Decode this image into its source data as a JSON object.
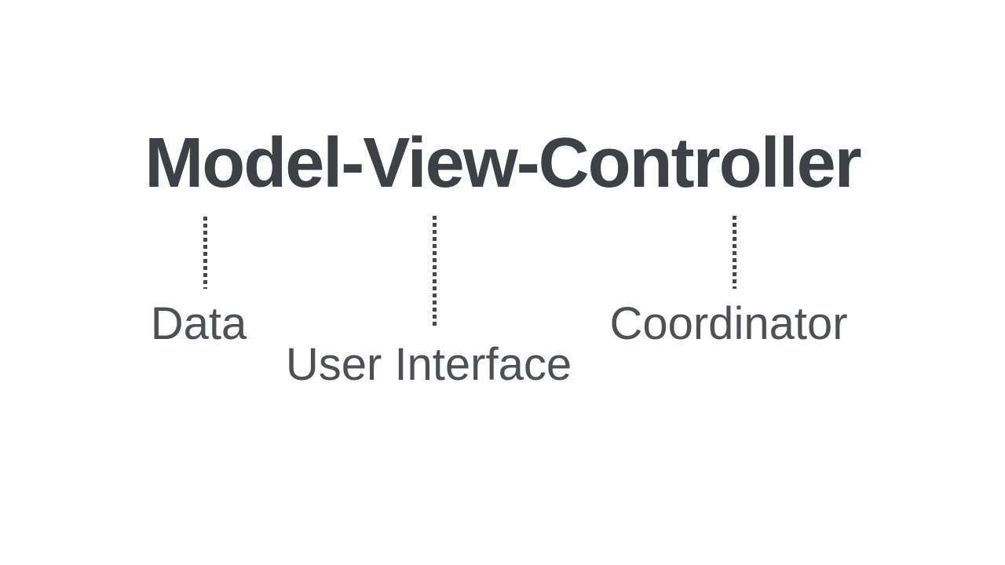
{
  "title": "Model-View-Controller",
  "colors": {
    "background": "#ffffff",
    "title_text": "#3d4145",
    "label_text": "#4d5154",
    "connector_dots": "#45484b"
  },
  "connectors": [
    {
      "from": "Model",
      "to": "Data",
      "style": "dotted-vertical"
    },
    {
      "from": "View",
      "to": "User Interface",
      "style": "dotted-vertical"
    },
    {
      "from": "Controller",
      "to": "Coordinator",
      "style": "dotted-vertical"
    }
  ],
  "labels": [
    {
      "text": "Data"
    },
    {
      "text": "User Interface"
    },
    {
      "text": "Coordinator"
    }
  ]
}
